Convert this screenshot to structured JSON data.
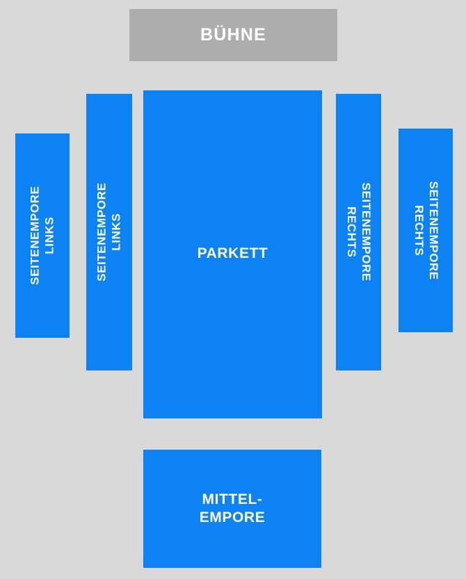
{
  "venue_map": {
    "background_color": "#d9d9d9",
    "seating_color": "#0d82f5",
    "stage_color": "#adadad",
    "label_color": "#ffffff",
    "stage": {
      "name": "stage",
      "label": "BÜHNE"
    },
    "sections": [
      {
        "id": "seitenempore-links-outer",
        "label": "SEITENEMPORE\nLINKS",
        "orientation": "vertical-up",
        "side": "left"
      },
      {
        "id": "seitenempore-links-inner",
        "label": "SEITENEMPORE LINKS",
        "orientation": "vertical-up",
        "side": "left"
      },
      {
        "id": "parkett",
        "label": "PARKETT",
        "orientation": "horizontal",
        "side": "center"
      },
      {
        "id": "seitenempore-rechts-inner",
        "label": "SEITENEMPORE RECHTS",
        "orientation": "vertical-down",
        "side": "right"
      },
      {
        "id": "seitenempore-rechts-outer",
        "label": "SEITENEMPORE\nRECHTS",
        "orientation": "vertical-down",
        "side": "right"
      },
      {
        "id": "mittelempore",
        "label": "MITTEL-\nEMPORE",
        "orientation": "horizontal",
        "side": "bottom"
      }
    ]
  }
}
